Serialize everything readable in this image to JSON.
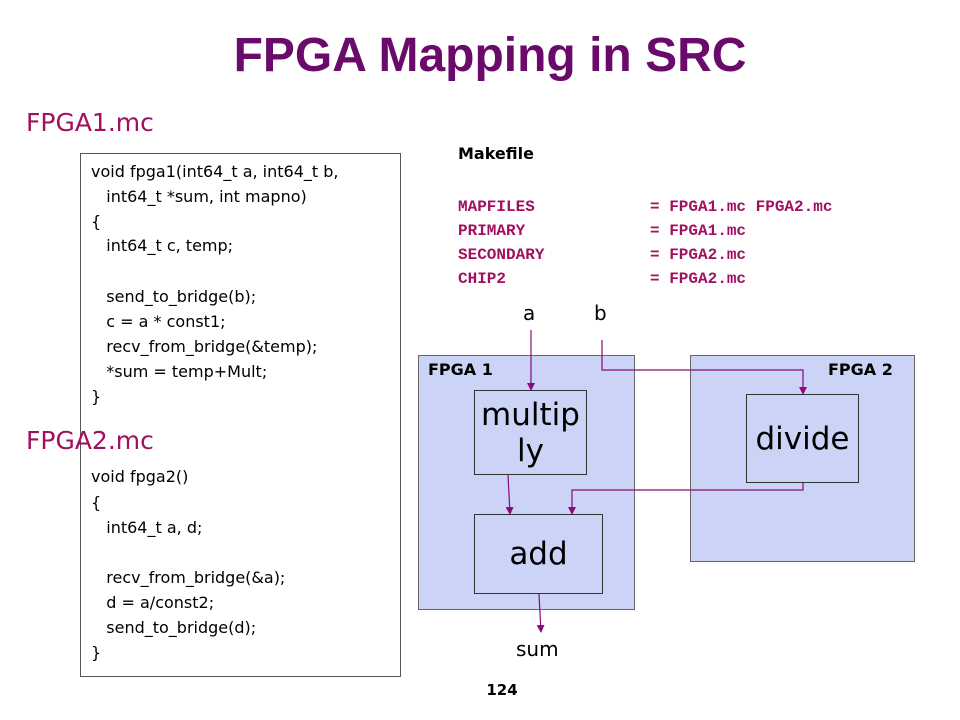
{
  "slide": {
    "title": "FPGA Mapping in SRC",
    "page_number": "124"
  },
  "fpga1_file": {
    "label": "FPGA1.mc",
    "code": [
      "void fpga1(int64_t a, int64_t b,",
      "   int64_t *sum, int mapno)",
      "{",
      "   int64_t c, temp;",
      "",
      "   send_to_bridge(b);",
      "   c = a * const1;",
      "   recv_from_bridge(&temp);",
      "   *sum = temp+Mult;",
      "}"
    ]
  },
  "fpga2_file": {
    "label": "FPGA2.mc",
    "code": [
      "void fpga2()",
      "{",
      "   int64_t a, d;",
      "",
      "   recv_from_bridge(&a);",
      "   d = a/const2;",
      "   send_to_bridge(d);",
      "}"
    ]
  },
  "makefile": {
    "title": "Makefile",
    "entries": [
      {
        "key": "MAPFILES",
        "value": "= FPGA1.mc FPGA2.mc"
      },
      {
        "key": "PRIMARY",
        "value": "= FPGA1.mc"
      },
      {
        "key": "SECONDARY",
        "value": "= FPGA2.mc"
      },
      {
        "key": "CHIP2",
        "value": "= FPGA2.mc"
      }
    ]
  },
  "diagram": {
    "input_a": "a",
    "input_b": "b",
    "output_sum": "sum",
    "fpga1_label": "FPGA 1",
    "fpga2_label": "FPGA 2",
    "multiply_block": [
      "multip",
      "ly"
    ],
    "add_block": "add",
    "divide_block": "divide"
  },
  "colors": {
    "title": "#6a0a6a",
    "accent": "#a0105f",
    "panel_fill": "#cbd4f7",
    "wire": "#8a0a7a"
  }
}
